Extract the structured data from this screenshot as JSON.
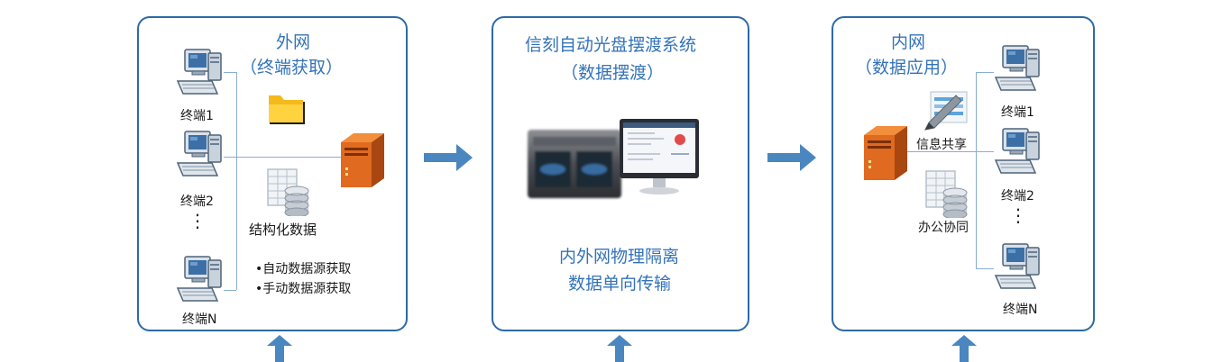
{
  "outer": {
    "title": "外网",
    "subtitle": "（终端获取）",
    "terminals": [
      "终端1",
      "终端2",
      "终端N"
    ],
    "ellipsis": "⋮",
    "structured": "结构化数据",
    "bullets": [
      "•自动数据源获取",
      "•手动数据源获取"
    ]
  },
  "middle": {
    "title": "信刻自动光盘摆渡系统",
    "subtitle": "（数据摆渡）",
    "line1": "内外网物理隔离",
    "line2": "数据单向传输"
  },
  "inner": {
    "title": "内网",
    "subtitle": "（数据应用）",
    "share": "信息共享",
    "office": "办公协同",
    "terminals": [
      "终端1",
      "终端2",
      "终端N"
    ],
    "ellipsis": "⋮"
  },
  "colors": {
    "panel_border": "#2d6aa6",
    "title_text": "#3473b8",
    "arrow": "#4a86c0",
    "server": "#e06a20"
  },
  "icons": [
    "computer-icon",
    "folder-icon",
    "server-icon",
    "database-icon",
    "disc-ferry-machine-icon",
    "monitor-icon",
    "share-pen-icon",
    "arrow-right-icon",
    "arrow-updown-icon"
  ]
}
